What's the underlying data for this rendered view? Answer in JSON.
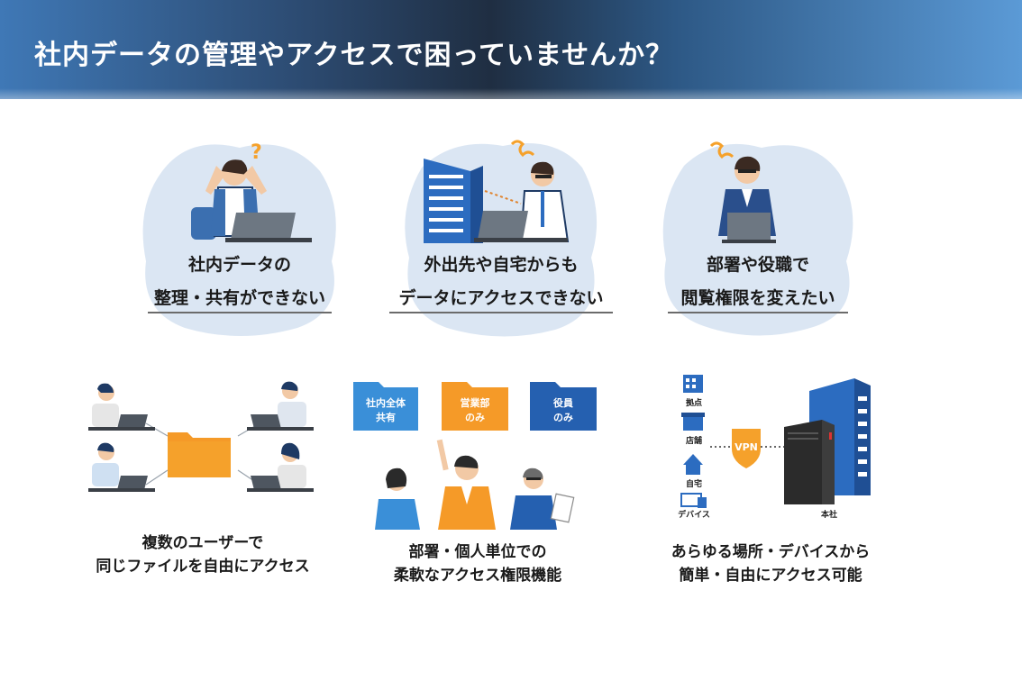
{
  "header": {
    "title": "社内データの管理やアクセスで困っていませんか？"
  },
  "problems": [
    {
      "line1": "社内データの",
      "line2": "整理・共有ができない",
      "icon": "confused-person-icon"
    },
    {
      "line1": "外出先や自宅からも",
      "line2": "データにアクセスできない",
      "icon": "remote-worker-icon"
    },
    {
      "line1": "部署や役職で",
      "line2": "閲覧権限を変えたい",
      "icon": "manager-icon"
    }
  ],
  "features": [
    {
      "caption1": "複数のユーザーで",
      "caption2": "同じファイルを自由にアクセス"
    },
    {
      "caption1": "部署・個人単位での",
      "caption2": "柔軟なアクセス権限機能",
      "folders": [
        {
          "line1": "社内全体",
          "line2": "共有",
          "color": "#3a8fd8"
        },
        {
          "line1": "営業部",
          "line2": "のみ",
          "color": "#f59a28"
        },
        {
          "line1": "役員",
          "line2": "のみ",
          "color": "#2560b0"
        }
      ]
    },
    {
      "caption1": "あらゆる場所・デバイスから",
      "caption2": "簡単・自由にアクセス可能",
      "locations": [
        "拠点",
        "店舗",
        "自宅",
        "デバイス"
      ],
      "vpn_label": "VPN",
      "hq_label": "本社"
    }
  ],
  "colors": {
    "accent_blue": "#2c6cc0",
    "accent_orange": "#f5a12b",
    "blob": "#dbe6f3"
  }
}
